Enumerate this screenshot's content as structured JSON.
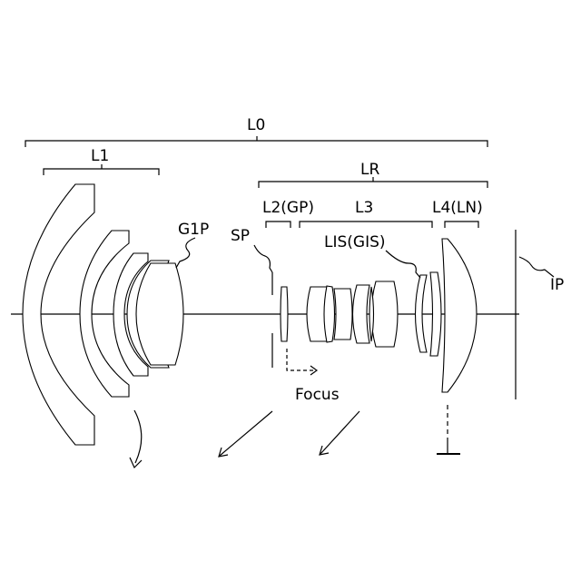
{
  "labels": {
    "l0": "L0",
    "l1": "L1",
    "lr": "LR",
    "l2": "L2(GP)",
    "l3": "L3",
    "l4": "L4(LN)",
    "g1p": "G1P",
    "sp": "SP",
    "lis": "LIS(GIS)",
    "ip": "IP",
    "focus": "Focus"
  }
}
